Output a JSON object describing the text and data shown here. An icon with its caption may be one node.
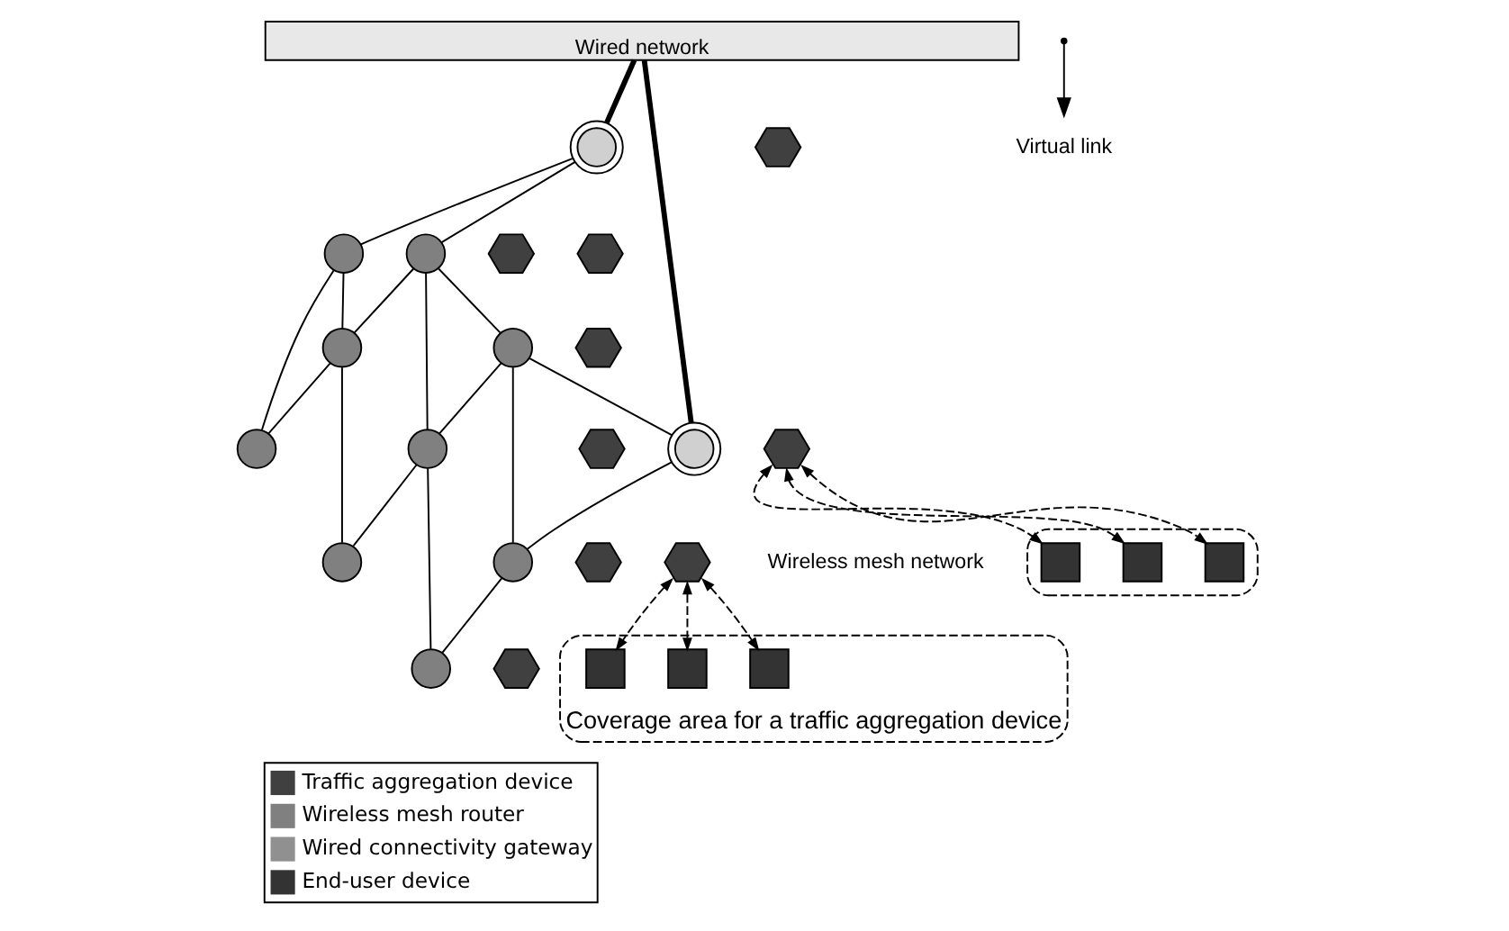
{
  "diagram": {
    "nodes": [
      {
        "text": [
          "Wired network"
        ]
      },
      {
        "text": [],
        "shape": "circle"
      },
      {
        "text": [],
        "shape": "circle"
      },
      {
        "text": [],
        "shape": "circle"
      },
      {
        "text": [],
        "shape": "circle"
      },
      {
        "text": [],
        "shape": "circle"
      },
      {
        "text": [],
        "shape": "circle"
      },
      {
        "text": [],
        "shape": "circle"
      },
      {
        "text": [],
        "shape": "circle"
      },
      {
        "text": [],
        "shape": "circle"
      },
      {
        "text": [],
        "shape": "circle"
      },
      {
        "text": [],
        "shape": "circle"
      },
      {
        "text": [],
        "shape": "hexagon"
      },
      {
        "text": [],
        "shape": "hexagon"
      },
      {
        "text": [],
        "shape": "hexagon"
      },
      {
        "text": [],
        "shape": "hexagon"
      },
      {
        "text": [],
        "shape": "hexagon"
      },
      {
        "text": [],
        "shape": "hexagon"
      },
      {
        "text": [],
        "shape": "hexagon"
      },
      {
        "text": [],
        "shape": "hexagon"
      },
      {
        "text": [],
        "shape": "hexagon"
      },
      {
        "text": [],
        "shape": "ellipse"
      },
      {
        "text": [],
        "shape": "box",
        "in": 21
      },
      {
        "text": [],
        "shape": "box",
        "in": 21
      },
      {
        "text": [],
        "shape": "box",
        "in": 21
      },
      {
        "text": [],
        "shape": "ellipse",
        "beside": [
          "Coverage area for a traffic aggregation device"
        ]
      },
      {
        "text": [],
        "shape": "box",
        "in": 25
      },
      {
        "text": [],
        "shape": "box",
        "in": 25
      },
      {
        "text": [],
        "shape": "box",
        "in": 25
      },
      {
        "text": [
          "Virtual link"
        ]
      }
    ],
    "edges": [
      {
        "from": 0,
        "to": 1,
        "arrow": "none",
        "style": "thick"
      },
      {
        "from": 0,
        "to": 2,
        "arrow": "none",
        "style": "thick"
      },
      {
        "from": 1,
        "to": 3,
        "arrow": "none"
      },
      {
        "from": 1,
        "to": 5,
        "arrow": "none"
      },
      {
        "from": 3,
        "to": 4,
        "arrow": "none"
      },
      {
        "from": 3,
        "to": 7,
        "arrow": "none"
      },
      {
        "from": 3,
        "to": 8,
        "arrow": "none"
      },
      {
        "from": 4,
        "to": 2,
        "arrow": "none"
      },
      {
        "from": 4,
        "to": 6,
        "arrow": "none"
      },
      {
        "from": 4,
        "to": 8,
        "arrow": "none"
      },
      {
        "from": 2,
        "to": 6,
        "arrow": "none"
      },
      {
        "from": 5,
        "to": 7,
        "arrow": "none"
      },
      {
        "from": 5,
        "to": 10,
        "arrow": "none"
      },
      {
        "from": 7,
        "to": 10,
        "arrow": "none"
      },
      {
        "from": 7,
        "to": 11,
        "arrow": "none"
      },
      {
        "from": 8,
        "to": 11,
        "arrow": "none"
      },
      {
        "from": 8,
        "to": 9,
        "arrow": "none"
      },
      {
        "from": 6,
        "to": 9,
        "arrow": "none"
      },
      {
        "from": 19,
        "to": 22,
        "arrow": "both",
        "style": "dashed"
      },
      {
        "from": 19,
        "to": 23,
        "arrow": "both",
        "style": "dashed"
      },
      {
        "from": 19,
        "to": 24,
        "arrow": "both",
        "style": "dashed"
      },
      {
        "from": 20,
        "to": 26,
        "arrow": "both",
        "style": "dashed"
      },
      {
        "from": 20,
        "to": 27,
        "arrow": "both",
        "style": "dashed"
      },
      {
        "from": 20,
        "to": 28,
        "arrow": "both",
        "style": "dashed"
      },
      {
        "from": null,
        "to": 29,
        "arrow": "to"
      }
    ],
    "labels": [
      "Wireless mesh network"
    ],
    "legend": [
      {
        "text": "Traffic aggregation device"
      },
      {
        "text": "Wireless mesh router"
      },
      {
        "text": "Wired connectivity gateway"
      },
      {
        "text": "End-user device"
      }
    ]
  }
}
